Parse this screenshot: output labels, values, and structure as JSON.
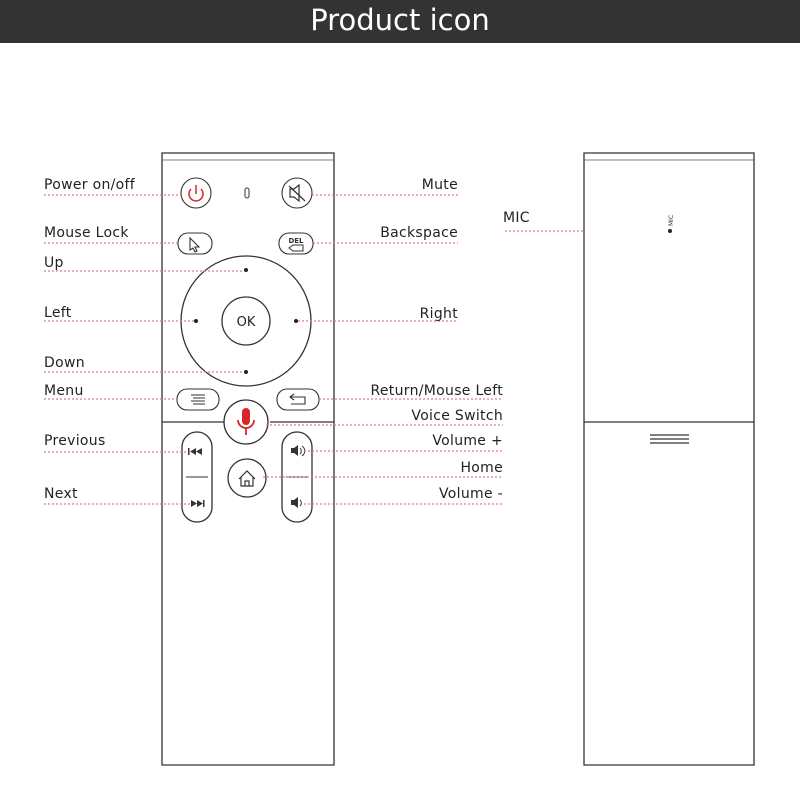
{
  "header": {
    "title": "Product icon"
  },
  "labels": {
    "power": "Power on/off",
    "mute": "Mute",
    "mouse_lock": "Mouse Lock",
    "backspace": "Backspace",
    "up": "Up",
    "left": "Left",
    "right": "Right",
    "down": "Down",
    "menu": "Menu",
    "return": "Return/Mouse Left",
    "voice": "Voice Switch",
    "previous": "Previous",
    "volume_up": "Volume +",
    "home": "Home",
    "next": "Next",
    "volume_down": "Volume -",
    "mic": "MIC"
  },
  "buttons": {
    "ok": "OK",
    "del": "DEL",
    "mic_side": "MIC"
  },
  "icons": [
    "power-icon",
    "mute-icon",
    "cursor-icon",
    "backspace-icon",
    "menu-icon",
    "return-icon",
    "microphone-icon",
    "previous-icon",
    "next-icon",
    "home-icon",
    "volume-up-icon",
    "volume-down-icon"
  ],
  "colors": {
    "header_bg": "#333333",
    "accent": "#d9262b",
    "leader": "#e57a7a"
  }
}
